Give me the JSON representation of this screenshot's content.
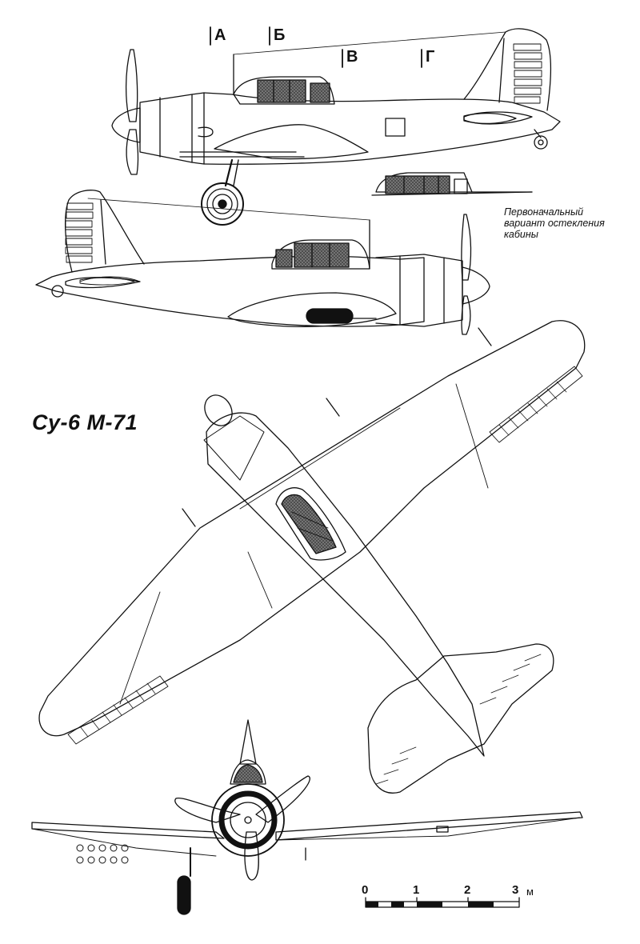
{
  "drawing": {
    "title": "Су-6 М-71",
    "caption_lines": [
      "Первоначальный",
      "вариант остекления",
      "кабины"
    ],
    "section_markers": [
      "А",
      "Б",
      "В",
      "Г"
    ],
    "scale": {
      "ticks": [
        "0",
        "1",
        "2",
        "3"
      ],
      "unit": "м"
    },
    "colors": {
      "line": "#111111",
      "glazing": "#555555",
      "background": "#ffffff"
    }
  }
}
